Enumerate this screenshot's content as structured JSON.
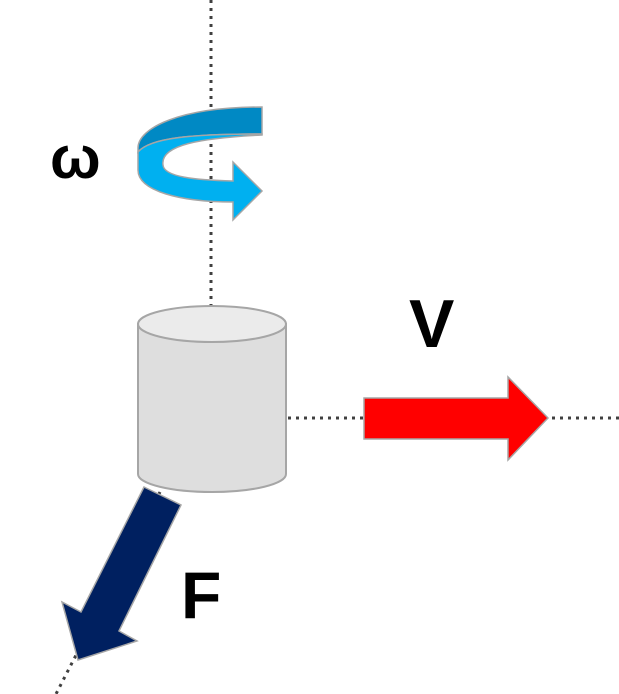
{
  "labels": {
    "angular_velocity": "ω",
    "velocity": "V",
    "force": "F"
  },
  "colors": {
    "rotation_arrow_light": "#00b0f0",
    "rotation_arrow_dark": "#0089c4",
    "velocity_arrow": "#ff0000",
    "force_arrow": "#002060",
    "cylinder_body": "#dedede",
    "cylinder_top": "#ebebeb",
    "cylinder_outline": "#a6a6a6",
    "axis_line": "#404040"
  },
  "icons": {
    "rotation": "curved-arrow-icon",
    "velocity": "right-arrow-icon",
    "force": "down-left-arrow-icon",
    "body": "cylinder-icon"
  }
}
